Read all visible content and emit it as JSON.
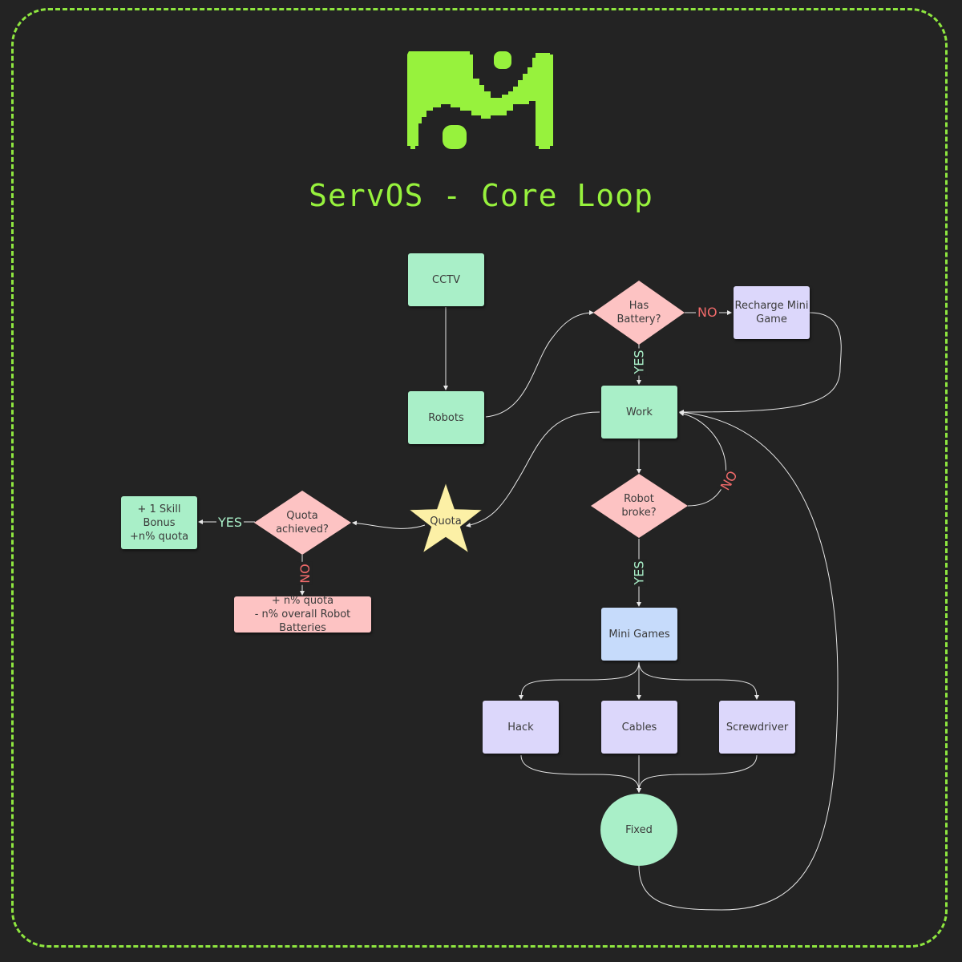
{
  "title": "ServOS - Core Loop",
  "colors": {
    "background": "#232323",
    "accent": "#97f23d",
    "green_node": "#a9efc8",
    "pink_node": "#fdc3c3",
    "purple_node": "#dcd7fb",
    "blue_node": "#c6dbfb",
    "star": "#fcf0a6",
    "yes_label": "#a9efc8",
    "no_label": "#f06a6a"
  },
  "logo": {
    "icon": "servos-logo-icon"
  },
  "nodes": {
    "cctv": "CCTV",
    "robots": "Robots",
    "has_battery": [
      "Has",
      "Battery?"
    ],
    "recharge": [
      "Recharge Mini",
      "Game"
    ],
    "work": "Work",
    "robot_broke": [
      "Robot",
      "broke?"
    ],
    "mini_games": "Mini Games",
    "hack": "Hack",
    "cables": "Cables",
    "screwdriver": "Screwdriver",
    "fixed": "Fixed",
    "quota": "Quota",
    "quota_achieved": [
      "Quota",
      "achieved?"
    ],
    "skill_bonus": [
      "+ 1 Skill Bonus",
      "+n% quota"
    ],
    "penalty": [
      "+ n% quota",
      "- n% overall Robot Batteries"
    ]
  },
  "edge_labels": {
    "battery_no": "NO",
    "battery_yes": "YES",
    "broke_no": "NO",
    "broke_yes": "YES",
    "quota_yes": "YES",
    "quota_no": "NO"
  }
}
